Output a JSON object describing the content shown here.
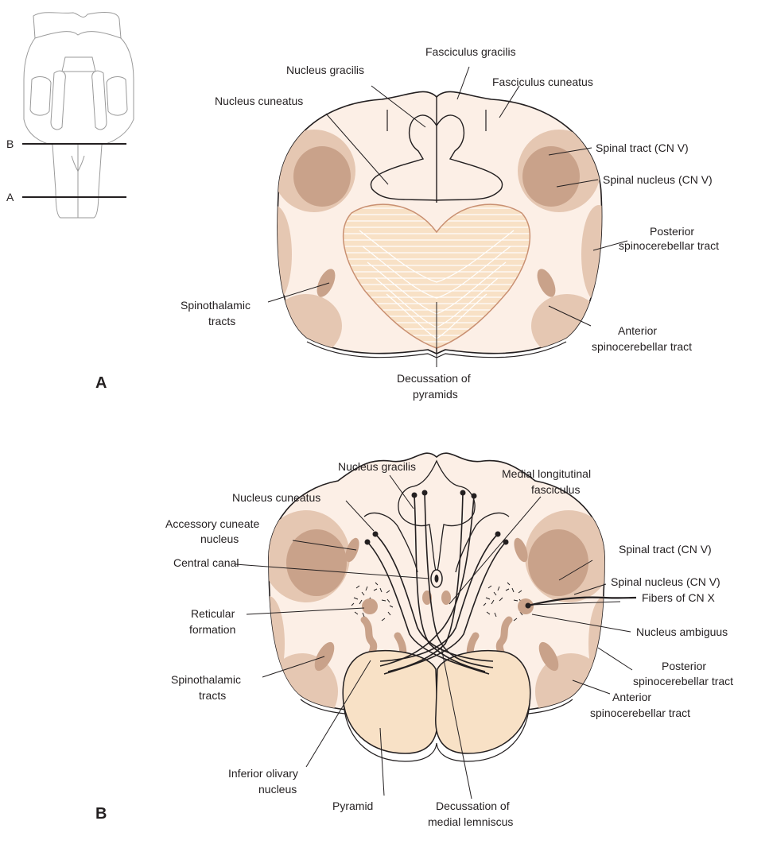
{
  "colors": {
    "tissue": "#fcefe6",
    "nucleus": "#c9a28a",
    "tract": "#e5c7b2",
    "pyramid": "#f8e1c6",
    "pyramid_stripes": "#ffffff",
    "outline": "#231f20",
    "thumb_outline": "#9a9a9a"
  },
  "thumbnail": {
    "cut_b": "B",
    "cut_a": "A"
  },
  "panel_a": {
    "letter": "A",
    "labels": {
      "nucleus_gracilis": "Nucleus gracilis",
      "fasciculus_gracilis": "Fasciculus gracilis",
      "fasciculus_cuneatus": "Fasciculus cuneatus",
      "nucleus_cuneatus": "Nucleus cuneatus",
      "spinal_tract": "Spinal tract (CN V)",
      "spinal_nucleus": "Spinal nucleus (CN V)",
      "posterior_scb_1": "Posterior",
      "posterior_scb_2": "spinocerebellar tract",
      "spinothalamic_1": "Spinothalamic",
      "spinothalamic_2": "tracts",
      "anterior_scb_1": "Anterior",
      "anterior_scb_2": "spinocerebellar tract",
      "decussation_1": "Decussation of",
      "decussation_2": "pyramids"
    }
  },
  "panel_b": {
    "letter": "B",
    "labels": {
      "nucleus_gracilis": "Nucleus gracilis",
      "mlf_1": "Medial longitutinal",
      "mlf_2": "fasciculus",
      "nucleus_cuneatus": "Nucleus cuneatus",
      "accessory_cuneate_1": "Accessory cuneate",
      "accessory_cuneate_2": "nucleus",
      "spinal_tract": "Spinal tract (CN V)",
      "spinal_nucleus": "Spinal nucleus (CN V)",
      "central_canal": "Central canal",
      "fibers_cn_x": "Fibers of CN X",
      "reticular_1": "Reticular",
      "reticular_2": "formation",
      "nucleus_ambiguus": "Nucleus ambiguus",
      "posterior_scb_1": "Posterior",
      "posterior_scb_2": "spinocerebellar tract",
      "spinothalamic_1": "Spinothalamic",
      "spinothalamic_2": "tracts",
      "anterior_scb_1": "Anterior",
      "anterior_scb_2": "spinocerebellar tract",
      "inferior_olivary_1": "Inferior olivary",
      "inferior_olivary_2": "nucleus",
      "pyramid": "Pyramid",
      "decussation_ml_1": "Decussation of",
      "decussation_ml_2": "medial lemniscus"
    }
  }
}
